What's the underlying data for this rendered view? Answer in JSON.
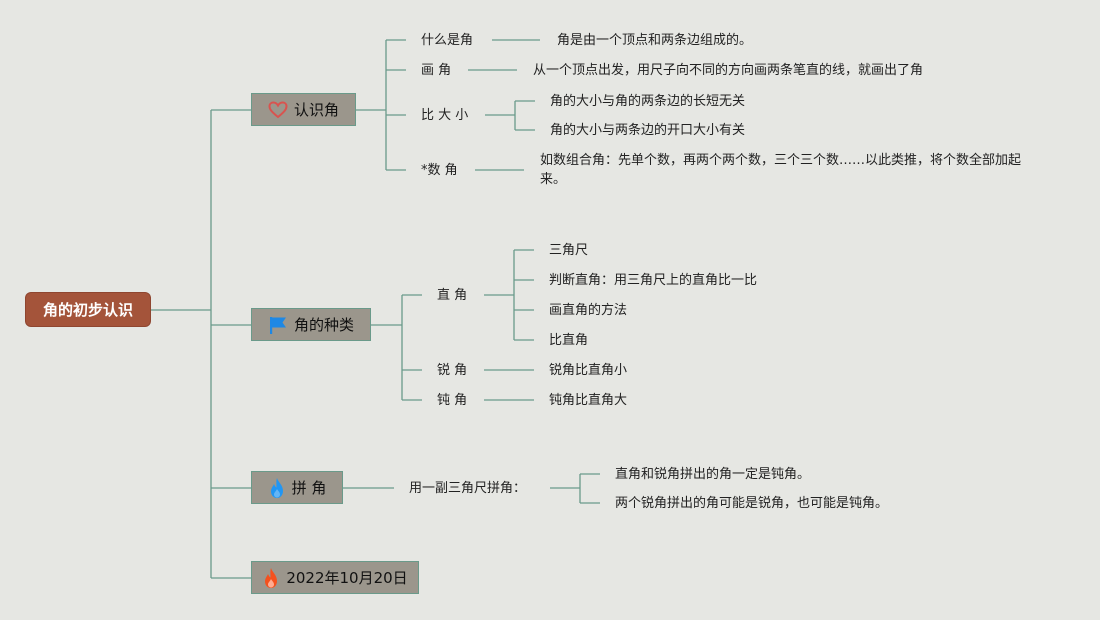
{
  "root": {
    "label": "角的初步认识"
  },
  "branches": [
    {
      "label": "认识角",
      "icon": "heart-outline-icon",
      "children": [
        {
          "label": "什么是角",
          "detail": "角是由一个顶点和两条边组成的。"
        },
        {
          "label": "画 角",
          "detail": "从一个顶点出发，用尺子向不同的方向画两条笔直的线，就画出了角"
        },
        {
          "label": "比 大 小",
          "details": [
            "角的大小与角的两条边的长短无关",
            "角的大小与两条边的开口大小有关"
          ]
        },
        {
          "label": "*数 角",
          "detail": "如数组合角：先单个数，再两个两个数，三个三个数……以此类推，将个数全部加起来。"
        }
      ]
    },
    {
      "label": "角的种类",
      "icon": "blue-flag-icon",
      "children": [
        {
          "label": "直 角",
          "details": [
            "三角尺",
            "判断直角：用三角尺上的直角比一比",
            "画直角的方法",
            "比直角"
          ]
        },
        {
          "label": "锐 角",
          "detail": "锐角比直角小"
        },
        {
          "label": "钝 角",
          "detail": "钝角比直角大"
        }
      ]
    },
    {
      "label": "拼 角",
      "icon": "blue-flame-icon",
      "children": [
        {
          "label": "用一副三角尺拼角：",
          "details": [
            "直角和锐角拼出的角一定是钝角。",
            "两个锐角拼出的角可能是锐角，也可能是钝角。"
          ]
        }
      ]
    },
    {
      "label": "2022年10月20日",
      "icon": "red-flame-icon",
      "children": []
    }
  ],
  "colors": {
    "root_bg": "#a4543a",
    "branch_bg": "#9b968c",
    "connector": "#6a9a8a",
    "flag": "#1e88e5",
    "flame_blue": "#2196f3",
    "flame_red": "#f4511e",
    "heart": "#d9534f"
  }
}
